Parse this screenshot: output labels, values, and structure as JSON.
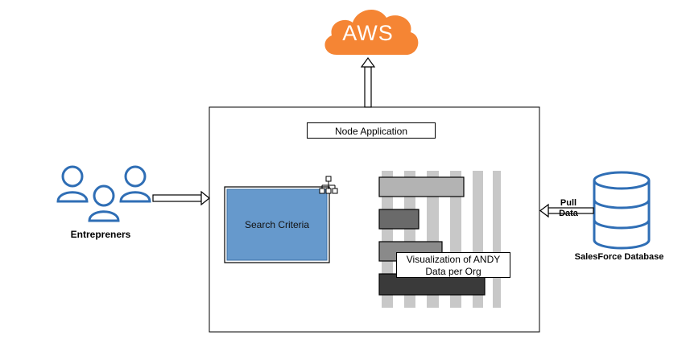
{
  "cloud": {
    "label": "AWS",
    "icon": "cloud-icon",
    "color": "#F58534"
  },
  "node_app": {
    "title": "Node Application"
  },
  "search": {
    "label": "Search Criteria",
    "fill": "#6699CC",
    "icon": "sitemap-icon"
  },
  "visualization": {
    "label_line1": "Visualization of ANDY",
    "label_line2": "Data per Org",
    "icon": "bar-chart-icon"
  },
  "entrepreneurs": {
    "label": "Entrepreners",
    "icon": "users-icon"
  },
  "database": {
    "label": "SalesForce Database",
    "icon": "database-icon",
    "color": "#2F6EB5"
  },
  "pull": {
    "label_line1": "Pull",
    "label_line2": "Data"
  }
}
